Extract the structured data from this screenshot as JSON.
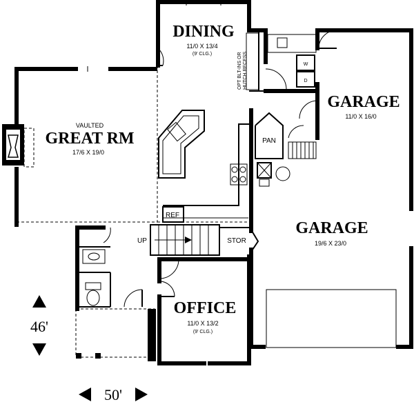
{
  "rooms": {
    "dining": {
      "name": "DINING",
      "size": "11/0 X 13/4",
      "note": "(9' CLG.)"
    },
    "great_room": {
      "prefix": "VAULTED",
      "name": "GREAT RM",
      "size": "17/6 X 19/0"
    },
    "garage_small": {
      "name": "GARAGE",
      "size": "11/0 X 16/0"
    },
    "garage_large": {
      "name": "GARAGE",
      "size": "19/6 X 23/0"
    },
    "office": {
      "name": "OFFICE",
      "size": "11/0 X 13/2",
      "note": "(9' CLG.)"
    }
  },
  "labels": {
    "opt_line1": "OPT BLT-INS OR",
    "opt_line2": "HUTCH RECESS",
    "pantry": "PAN",
    "refrigerator": "REF",
    "up": "UP",
    "storage": "STOR",
    "washer": "W",
    "dryer": "D"
  },
  "dimensions": {
    "depth": "46'",
    "width": "50'"
  }
}
